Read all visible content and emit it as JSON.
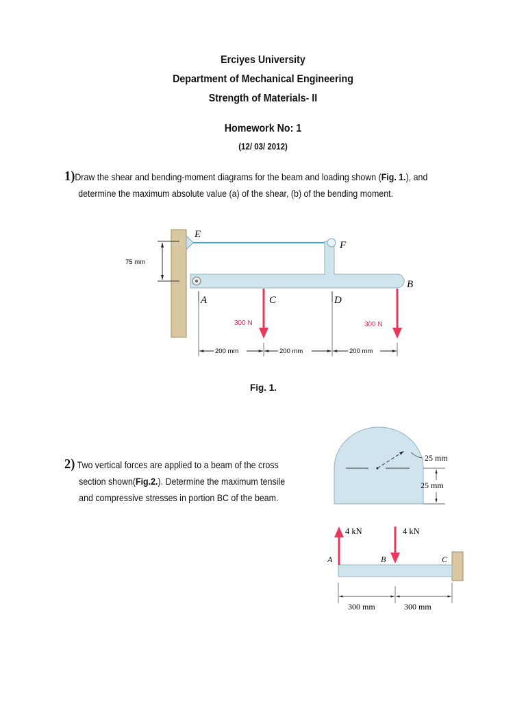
{
  "header": {
    "university": "Erciyes University",
    "department": "Department of Mechanical Engineering",
    "course": "Strength of Materials- II",
    "homework": "Homework No: 1",
    "date": "(12/ 03/ 2012)"
  },
  "question1": {
    "number": "1)",
    "text_a": "Draw the shear and bending-moment diagrams for the beam and loading shown (",
    "fig_ref": "Fig. 1.",
    "text_b": "), and",
    "line2": "determine the maximum absolute value (a) of the shear, (b) of the bending moment."
  },
  "figure1": {
    "label_E": "E",
    "label_F": "F",
    "label_A": "A",
    "label_C": "C",
    "label_D": "D",
    "label_B": "B",
    "height_dim": "75 mm",
    "load_C": "300 N",
    "load_B": "300 N",
    "dim_AC": "200 mm",
    "dim_CD": "200 mm",
    "dim_DB": "200 mm",
    "caption": "Fig. 1."
  },
  "question2": {
    "number": "2)",
    "line1": "Two vertical forces are applied to a beam of the cross",
    "line2_a": "section shown(",
    "fig_ref": "Fig.2.",
    "line2_b": "). Determine the maximum tensile",
    "line3": "and compressive stresses in portion BC of the beam."
  },
  "figure2": {
    "radius_dim": "25 mm",
    "height_dim": "25 mm",
    "force_A": "4 kN",
    "force_B": "4 kN",
    "label_A": "A",
    "label_B": "B",
    "label_C": "C",
    "dim_AB": "300 mm",
    "dim_BC": "300 mm"
  },
  "colors": {
    "beam_fill": "#cfe4ec",
    "wall_fill": "#d8c7a0",
    "load_arrow": "#e8395c",
    "cable": "#4aa8cf"
  }
}
